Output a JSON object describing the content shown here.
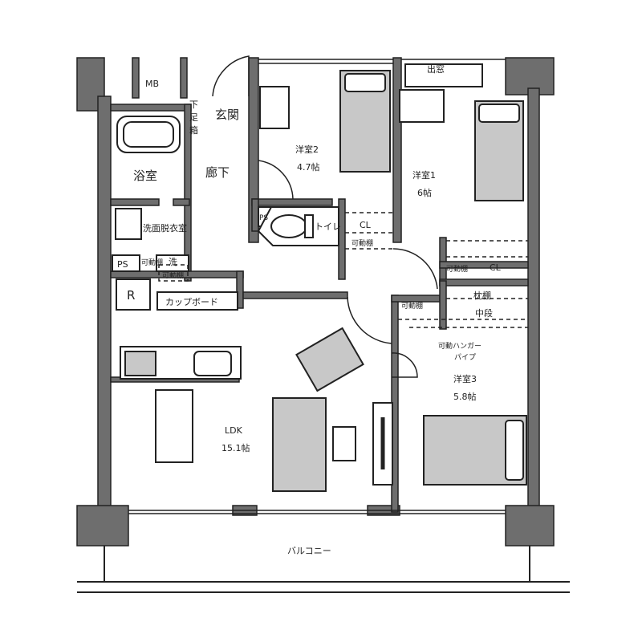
{
  "rooms": {
    "mb": "MB",
    "genkan": "玄関",
    "getabako_1": "下",
    "getabako_2": "足",
    "getabako_3": "箱",
    "bath": "浴室",
    "corridor": "廊下",
    "western2_name": "洋室2",
    "western2_size": "4.7帖",
    "western1_name": "洋室1",
    "western1_size": "6帖",
    "bay_window": "出窓",
    "ps_toilet": "PS",
    "toilet": "トイレ",
    "toilet_cl": "CL",
    "toilet_shelf": "可動棚",
    "washroom": "洗面脱衣室",
    "ps_wash": "PS",
    "wash_shelf_small": "可動棚",
    "washer": "洗",
    "wash_shelf": "可動棚",
    "fridge": "R",
    "cupboard": "カップボード",
    "w1_shelf": "可動棚",
    "w1_cl": "CL",
    "pillow_shelf": "枕棚",
    "middle_shelf": "中段",
    "w3_shelf": "可動棚",
    "hanger_pipe_1": "可動ハンガー",
    "hanger_pipe_2": "パイプ",
    "western3_name": "洋室3",
    "western3_size": "5.8帖",
    "ldk_name": "LDK",
    "ldk_size": "15.1帖",
    "balcony": "バルコニー"
  },
  "colors": {
    "wall": "#6e6e6e",
    "furniture": "#c8c8c8"
  }
}
